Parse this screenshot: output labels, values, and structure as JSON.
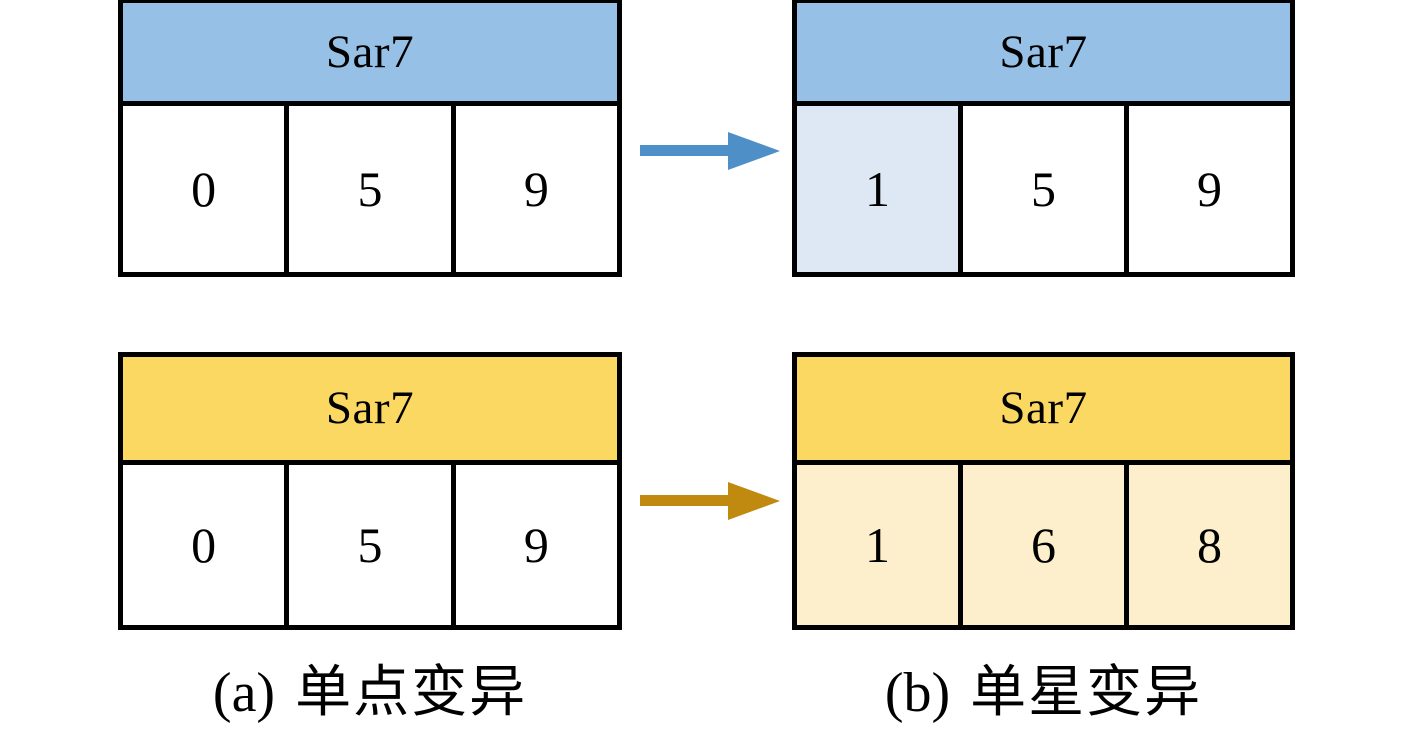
{
  "figure": {
    "background": "#ffffff",
    "border_color": "#000000"
  },
  "colors": {
    "blue_header": "#96C0E5",
    "blue_highlight": "#DEE8F4",
    "blue_arrow": "#4E8FC8",
    "orange_header": "#FBD862",
    "orange_highlight": "#FDEFCB",
    "orange_arrow": "#C08A10",
    "cell_default": "#FFFFFF"
  },
  "panels": [
    {
      "id": "point-mutation",
      "caption_tag": "(a)",
      "caption_text": "单点变异",
      "arrow_icon": "right-arrow-icon",
      "arrow_color": "#4E8FC8",
      "before": {
        "header": "Sar7",
        "header_color": "#96C0E5",
        "cells": [
          {
            "value": "0",
            "fill": "#FFFFFF",
            "changed": false
          },
          {
            "value": "5",
            "fill": "#FFFFFF",
            "changed": false
          },
          {
            "value": "9",
            "fill": "#FFFFFF",
            "changed": false
          }
        ]
      },
      "after": {
        "header": "Sar7",
        "header_color": "#96C0E5",
        "cells": [
          {
            "value": "1",
            "fill": "#DEE8F4",
            "changed": true
          },
          {
            "value": "5",
            "fill": "#FFFFFF",
            "changed": false
          },
          {
            "value": "9",
            "fill": "#FFFFFF",
            "changed": false
          }
        ]
      }
    },
    {
      "id": "satellite-mutation",
      "caption_tag": "(b)",
      "caption_text": "单星变异",
      "arrow_icon": "right-arrow-icon",
      "arrow_color": "#C08A10",
      "before": {
        "header": "Sar7",
        "header_color": "#FBD862",
        "cells": [
          {
            "value": "0",
            "fill": "#FFFFFF",
            "changed": false
          },
          {
            "value": "5",
            "fill": "#FFFFFF",
            "changed": false
          },
          {
            "value": "9",
            "fill": "#FFFFFF",
            "changed": false
          }
        ]
      },
      "after": {
        "header": "Sar7",
        "header_color": "#FBD862",
        "cells": [
          {
            "value": "1",
            "fill": "#FDEFCB",
            "changed": true
          },
          {
            "value": "6",
            "fill": "#FDEFCB",
            "changed": true
          },
          {
            "value": "8",
            "fill": "#FDEFCB",
            "changed": true
          }
        ]
      }
    }
  ]
}
